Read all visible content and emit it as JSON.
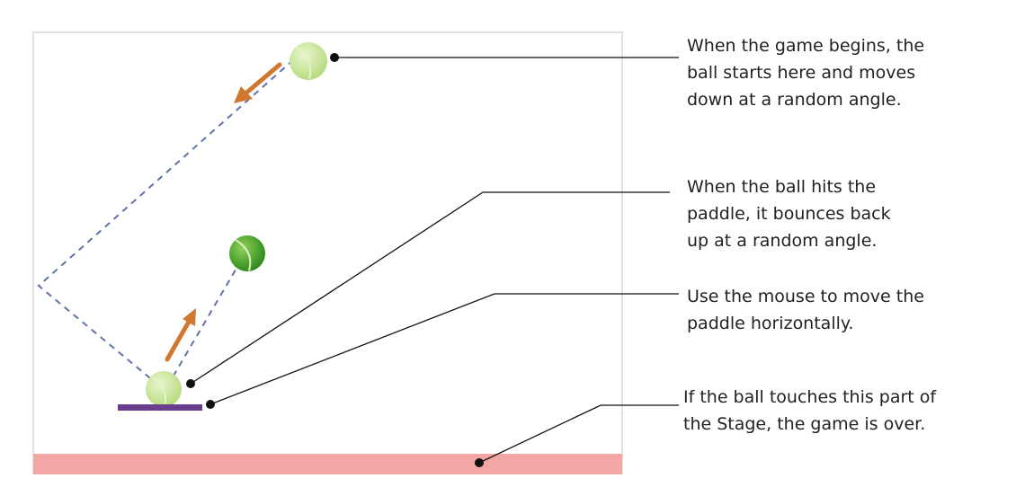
{
  "callouts": {
    "ball_start": "When the game begins, the\nball starts here and moves\ndown at a random angle.",
    "paddle_bounce": "When the ball hits the\npaddle, it bounces back\nup at a random angle.",
    "mouse_control": "Use the mouse to move the\npaddle horizontally.",
    "game_over_zone": "If the ball touches this part of\nthe Stage, the game is over."
  },
  "colors": {
    "stage_border": "#d9d9d9",
    "floor_zone": "#f3a6a3",
    "paddle": "#6a3d8f",
    "trajectory": "#5f73a8",
    "arrow": "#d0782f",
    "ball_light": "#c9e79a",
    "ball_dark": "#4aa12a",
    "leader_line": "#111111"
  },
  "icons": {
    "direction_arrow": "arrow-icon",
    "tennis_ball": "tennis-ball-icon"
  }
}
